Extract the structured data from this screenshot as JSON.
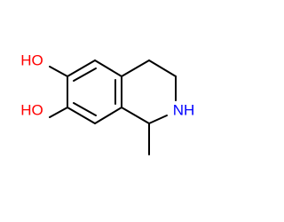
{
  "molecule": {
    "atom_labels": {
      "oh_top": "HO",
      "oh_bottom": "HO",
      "amine": "NH"
    },
    "colors": {
      "oxygen": "#ff0000",
      "nitrogen": "#0000ff",
      "bond": "#000000"
    }
  }
}
